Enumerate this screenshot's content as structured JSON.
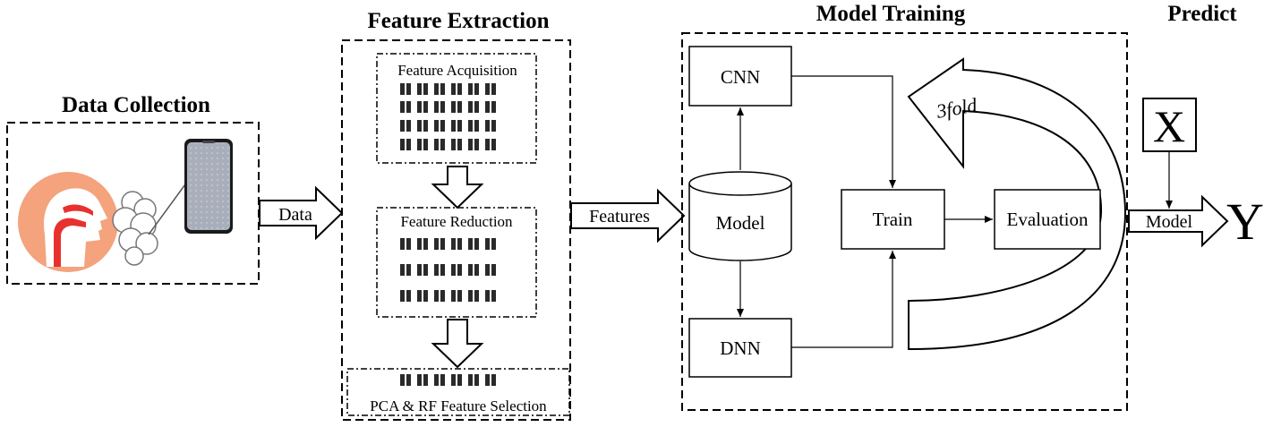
{
  "sections": {
    "data_collection": "Data Collection",
    "feature_extraction": "Feature Extraction",
    "model_training": "Model Training",
    "predict": "Predict"
  },
  "feature_boxes": {
    "acquisition": "Feature Acquisition",
    "reduction": "Feature Reduction",
    "selection": "PCA & RF Feature Selection"
  },
  "arrows": {
    "data": "Data",
    "features": "Features",
    "model": "Model",
    "fold": "3fold"
  },
  "nodes": {
    "cnn": "CNN",
    "model": "Model",
    "dnn": "DNN",
    "train": "Train",
    "evaluation": "Evaluation",
    "x": "X",
    "y": "Y"
  },
  "colors": {
    "head_fill": "#f4a37d",
    "airway": "#e8312f",
    "phone_screen": "#a7adb8",
    "line": "#000000"
  },
  "icons": [
    "head-profile-icon",
    "breath-cloud-icon",
    "smartphone-icon"
  ]
}
